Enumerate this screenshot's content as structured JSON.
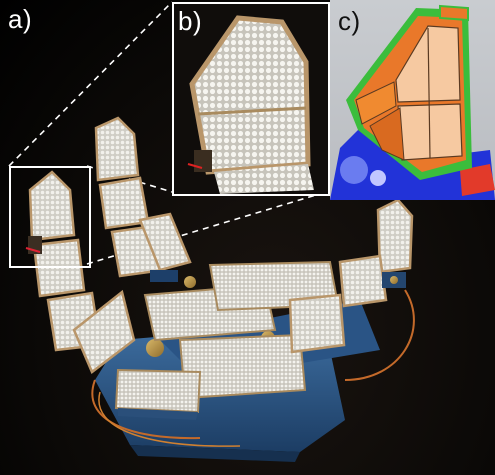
{
  "figure": {
    "labels": {
      "a": "a)",
      "b": "b)",
      "c": "c)"
    },
    "icons": {
      "hand": "robot-hand-photo",
      "fingertip": "tactile-fingertip-closeup",
      "cad": "fingertip-cad-render"
    },
    "colors": {
      "sensor_white": "#e9e8e2",
      "frame_tan": "#b9966a",
      "cad_orange": "#e9782a",
      "cad_green": "#3bbd3c",
      "cad_skin": "#f6c9a1",
      "cad_blue": "#2233d8",
      "base_blue": "#2f5a8a"
    }
  }
}
